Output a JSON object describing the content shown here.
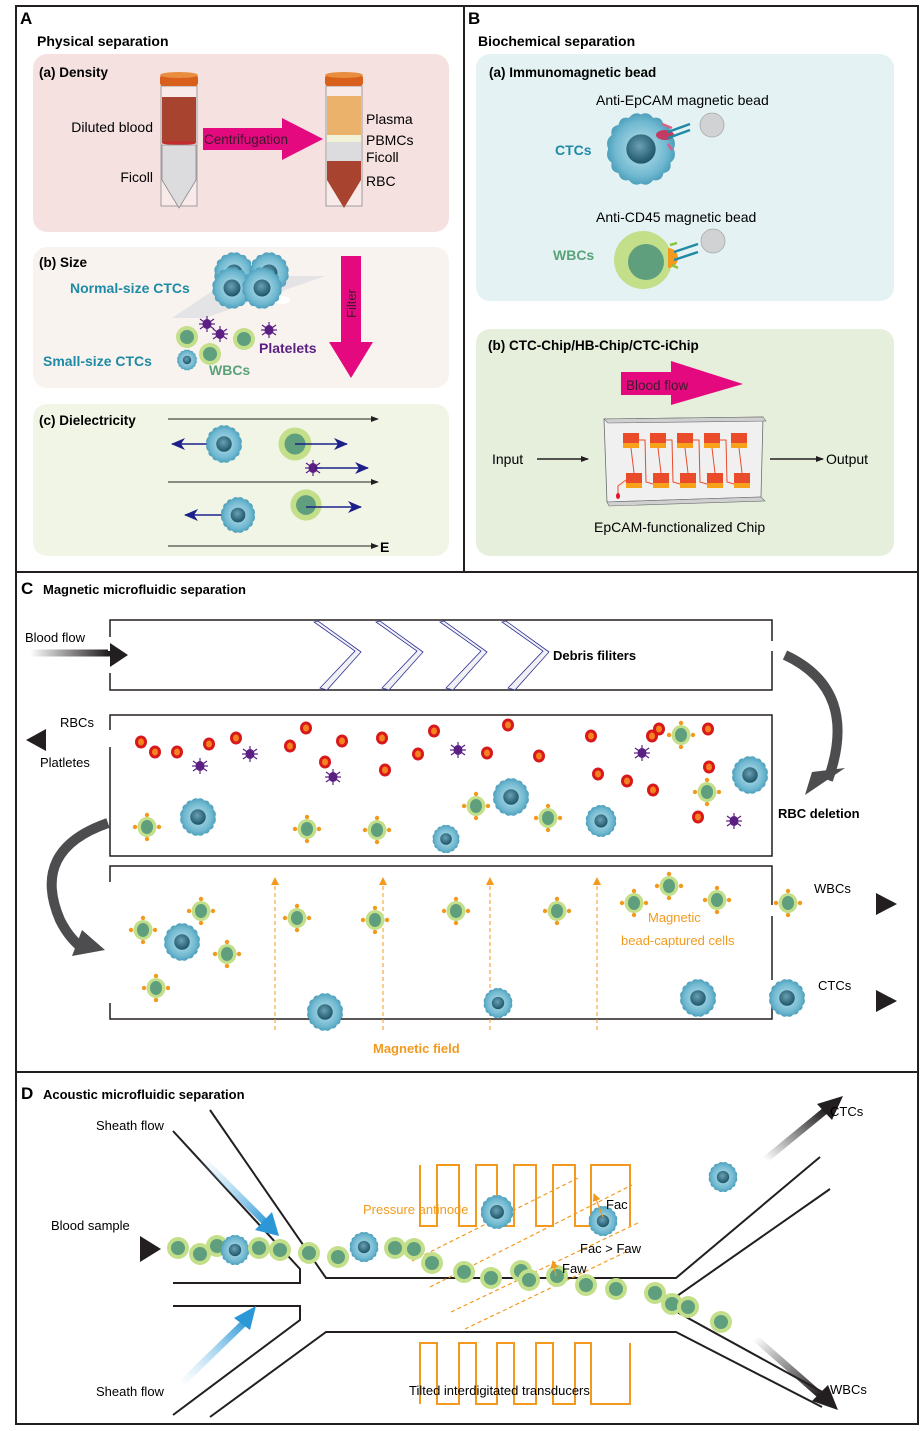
{
  "colors": {
    "magenta": "#e5097f",
    "ctc_teal": "#1f8aa6",
    "wbc_green": "#5aa37a",
    "platelet_purple": "#5b1f83",
    "orange": "#f39a1e",
    "density_bg": "#f6e1e1",
    "size_bg": "#f8f3ee",
    "diel_bg": "#f1f5e6",
    "immuno_bg": "#e4f2f3",
    "chip_bg": "#e6eedc",
    "arrow_navy": "#1d2088",
    "rbc_red": "#d7191c"
  },
  "panelA": {
    "letter": "A",
    "title": "Physical separation",
    "density": {
      "title": "(a) Density",
      "left_labels": [
        "Diluted blood",
        "Ficoll"
      ],
      "arrow_label": "Centrifugation",
      "right_labels": [
        "Plasma",
        "PBMCs",
        "Ficoll",
        "RBC"
      ]
    },
    "size": {
      "title": "(b) Size",
      "normal_ctc_label": "Normal-size CTCs",
      "small_ctc_label": "Small-size CTCs",
      "wbc_label": "WBCs",
      "platelet_label": "Platelets",
      "filter_label": "Filter"
    },
    "dielectricity": {
      "title": "(c) Dielectricity",
      "field_label": "E"
    }
  },
  "panelB": {
    "letter": "B",
    "title": "Biochemical separation",
    "immuno": {
      "title": "(a) Immunomagnetic bead",
      "epcam_label": "Anti-EpCAM magnetic bead",
      "ctc_label": "CTCs",
      "cd45_label": "Anti-CD45 magnetic bead",
      "wbc_label": "WBCs"
    },
    "chip": {
      "title": "(b) CTC-Chip/HB-Chip/CTC-iChip",
      "flow_label": "Blood flow",
      "input_label": "Input",
      "output_label": "Output",
      "chip_label": "EpCAM-functionalized Chip"
    }
  },
  "panelC": {
    "letter": "C",
    "title": "Magnetic microfluidic separation",
    "blood_flow_label": "Blood flow",
    "debris_label": "Debris filiters",
    "rbc_label": "RBCs",
    "platelet_label": "Platletes",
    "rbc_deletion_label": "RBC deletion",
    "wbc_out_label": "WBCs",
    "ctc_out_label": "CTCs",
    "captured_label_1": "Magnetic",
    "captured_label_2": "bead-captured cells",
    "field_label": "Magnetic field"
  },
  "panelD": {
    "letter": "D",
    "title": "Acoustic microfluidic separation",
    "sheath_top_label": "Sheath flow",
    "sheath_bottom_label": "Sheath flow",
    "blood_label": "Blood sample",
    "antinode_label": "Pressure antinode",
    "fac_label": "Fac",
    "faw_label": "Faw",
    "compare_label": "Fac > Faw",
    "ctc_out_label": "CTCs",
    "wbc_out_label": "WBCs",
    "transducer_label": "Tilted interdigitated transducers"
  }
}
